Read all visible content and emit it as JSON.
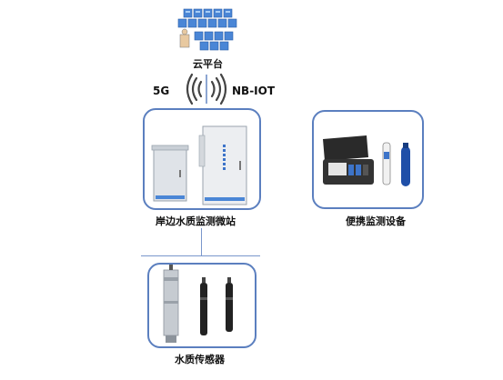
{
  "cloud": {
    "label": "云平台",
    "icon": "server-cluster-icon"
  },
  "links": {
    "left_label": "5G",
    "right_label": "NB-IOT",
    "icon": "wireless-signal-icon"
  },
  "station": {
    "label": "岸边水质监测微站",
    "icon": "monitoring-cabinet-icon"
  },
  "portable": {
    "label": "便携监测设备",
    "icon": "portable-kit-icon"
  },
  "sensors": {
    "label": "水质传感器",
    "icon": "probe-sensor-icon"
  },
  "colors": {
    "accent": "#5b7fbf",
    "server_blue": "#3d74c9"
  }
}
